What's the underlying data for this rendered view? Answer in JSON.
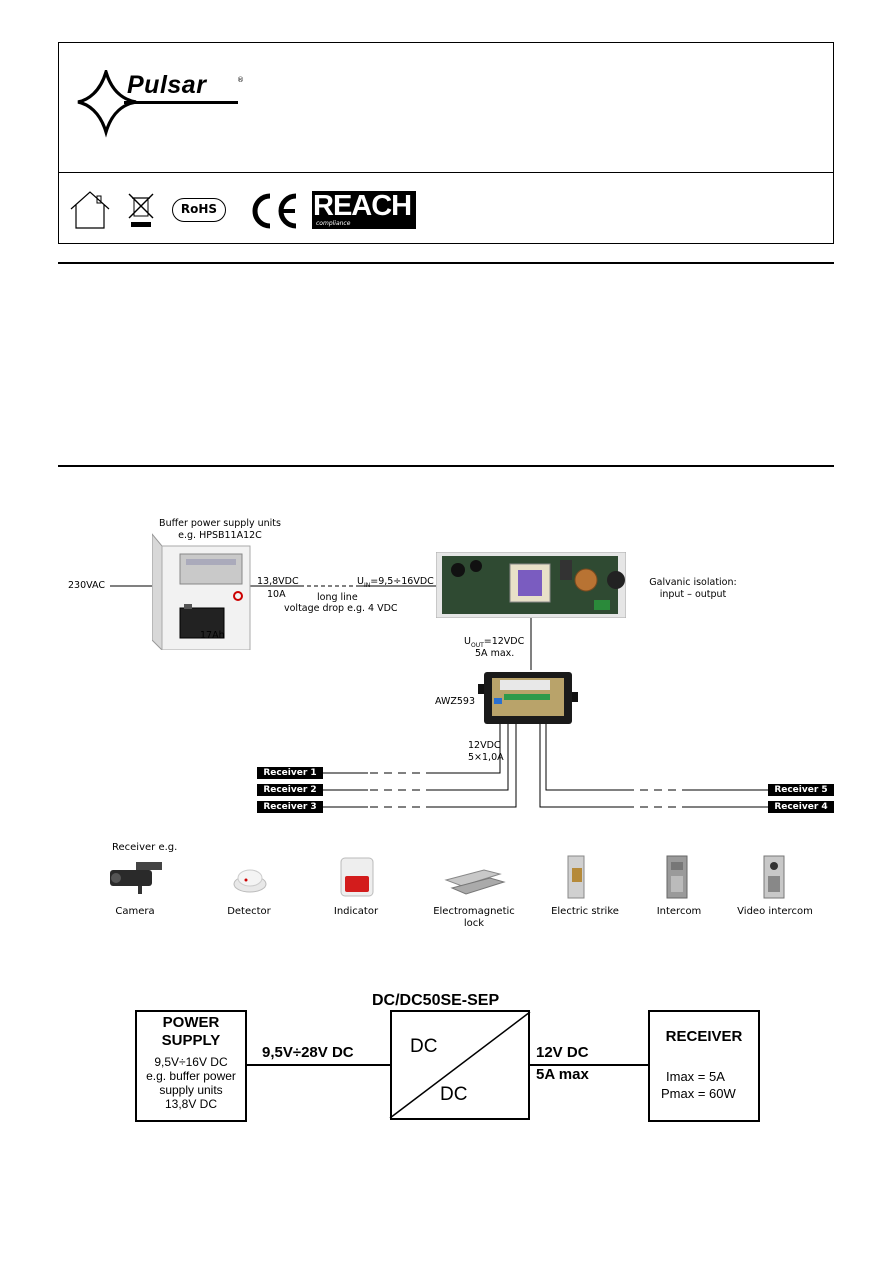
{
  "header": {
    "brand": "Pulsar",
    "cert_icons": [
      "house-icon",
      "weee-bin-icon",
      "rohs-icon",
      "ce-icon",
      "reach-icon"
    ],
    "rohs": "RoHS",
    "reach": "REACH",
    "reach_sub": "compliance"
  },
  "wiring": {
    "buffer_title": "Buffer power supply units",
    "buffer_example": "e.g. HPSB11A12C",
    "mains": "230VAC",
    "battery": "17Ah",
    "out_voltage": "13,8VDC",
    "out_current": "10A",
    "long_line": "long line",
    "voltage_drop": "voltage drop e.g. 4 VDC",
    "uin": "U",
    "uin_sub": "IN",
    "uin_value": "=9,5÷16VDC",
    "galvanic_1": "Galvanic isolation:",
    "galvanic_2": "input – output",
    "uout": "U",
    "uout_sub": "OUT",
    "uout_value": "=12VDC",
    "uout_max": "5A max.",
    "awz": "AWZ593",
    "dist_voltage": "12VDC",
    "dist_current": "5×1,0A",
    "receivers_left": [
      "Receiver 1",
      "Receiver 2",
      "Receiver 3"
    ],
    "receivers_right": [
      "Receiver 5",
      "Receiver 4"
    ]
  },
  "devices": {
    "intro": "Receiver e.g.",
    "items": [
      {
        "label": "Camera",
        "icon": "camera-icon"
      },
      {
        "label": "Detector",
        "icon": "smoke-detector-icon"
      },
      {
        "label": "Indicator",
        "icon": "siren-icon"
      },
      {
        "label": "Electromagnetic",
        "label2": "lock",
        "icon": "maglock-icon"
      },
      {
        "label": "Electric strike",
        "icon": "electric-strike-icon"
      },
      {
        "label": "Intercom",
        "icon": "intercom-icon"
      },
      {
        "label": "Video intercom",
        "icon": "video-intercom-icon"
      }
    ]
  },
  "block": {
    "title": "DC/DC50SE-SEP",
    "ps_title_1": "POWER",
    "ps_title_2": "SUPPLY",
    "ps_range": "9,5V÷16V DC",
    "ps_eg_1": "e.g. buffer power",
    "ps_eg_2": "supply units",
    "ps_voltage": "13,8V DC",
    "input_range": "9,5V÷28V DC",
    "dc_in": "DC",
    "dc_out": "DC",
    "output_voltage": "12V DC",
    "output_max": "5A max",
    "rx_title": "RECEIVER",
    "imax": "Imax = 5A",
    "pmax": "Pmax = 60W"
  }
}
